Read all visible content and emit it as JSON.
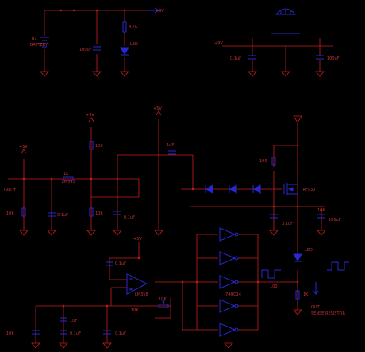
{
  "colors": {
    "background": "#000000",
    "wire": "#c81e1e",
    "component": "#2828d0",
    "node": "#c81e1e"
  },
  "labels": {
    "vplus_top": "+9V",
    "battery_name": "B1",
    "battery_val": "BATTERY",
    "cap_top1": "100uF",
    "res_top": "4.7K",
    "led_top": "LED",
    "reg_in": "+9V",
    "reg_c1": "0.1uF",
    "reg_c2": "100uF",
    "vcc_a": "+5V",
    "vcc_b": "+5V",
    "vcc_c": "+5V",
    "vcc_d": "+5V",
    "r1": "10K",
    "r2": "10K",
    "r3": "10K",
    "r4": "10K",
    "c1": "0.1uF",
    "c2": "0.1uF",
    "c3": "1uF",
    "c4": "0.1uF",
    "r_in": "1K",
    "input_lbl": "INPUT",
    "ic_lbl": "LM393",
    "res_mid": "100",
    "mosfet_lbl": "IRF530",
    "cap_mid": "0.1uF",
    "cap_mid2": "100uF",
    "led_out": "LED",
    "sw_lbl": "74HC14",
    "res_sense": "1K",
    "res_bot1": "10K",
    "cap_bot1": "0.1uF",
    "cap_bot2": "1uF",
    "cap_bot3": "0.1uF",
    "pot_lbl": "10K",
    "ic2_lbl": "LM358",
    "res_out": "100",
    "out1": "OUT",
    "out2": "SENSE RESISTOR"
  }
}
